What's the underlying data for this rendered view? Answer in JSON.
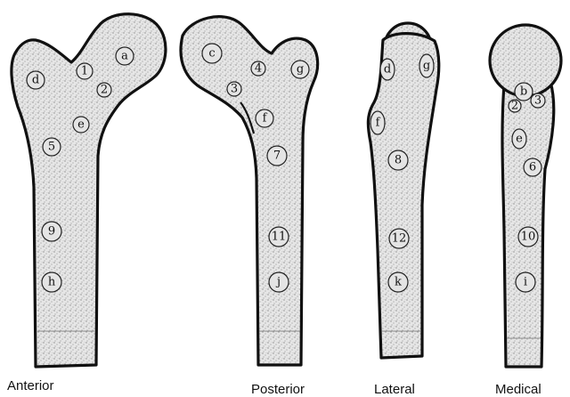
{
  "views": [
    {
      "id": "anterior",
      "caption": "Anterior",
      "markers": [
        "a",
        "1",
        "d",
        "2",
        "e",
        "5",
        "9",
        "h"
      ]
    },
    {
      "id": "posterior",
      "caption": "Posterior",
      "markers": [
        "c",
        "4",
        "g",
        "3",
        "f",
        "7",
        "11",
        "j"
      ]
    },
    {
      "id": "lateral",
      "caption": "Lateral",
      "markers": [
        "d",
        "g",
        "f",
        "8",
        "12",
        "k"
      ]
    },
    {
      "id": "medial",
      "caption": "Medical",
      "markers": [
        "b",
        "2",
        "3",
        "e",
        "6",
        "10",
        "i"
      ]
    }
  ]
}
